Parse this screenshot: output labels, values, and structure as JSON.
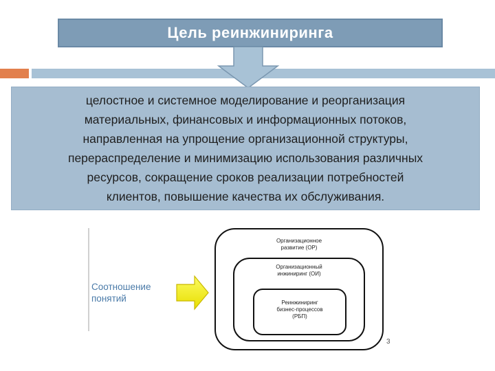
{
  "title": "Цель  реинжиниринга",
  "definition_lines": [
    "целостное и системное моделирование и реорганизация",
    "материальных, финансовых и информационных потоков,",
    "направленная на упрощение организационной структуры,",
    "перераспределение и минимизацию использования различных",
    "ресурсов, сокращение сроков реализации потребностей",
    "клиентов, повышение качества их обслуживания."
  ],
  "relation_label": [
    "Соотношение",
    "понятий"
  ],
  "nested": {
    "outer": [
      "Организационное",
      "развитие (ОР)"
    ],
    "middle": [
      "Организационный",
      "инжиниринг (ОИ)"
    ],
    "inner": [
      "Реинжиниринг",
      "бизнес-процессов",
      "(РБП)"
    ]
  },
  "side_mark": "3",
  "colors": {
    "title_bg": "#7e9cb6",
    "definition_bg": "#a6bdd1",
    "accent_orange": "#e2804d",
    "arrow_yellow": "#f5f000",
    "relation_text": "#4a7aa8"
  }
}
